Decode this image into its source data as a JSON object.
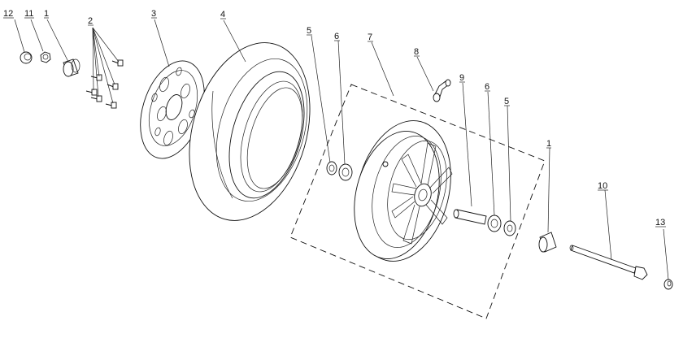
{
  "diagram": {
    "type": "exploded-parts-view",
    "callouts": [
      {
        "id": "c12",
        "label": "12"
      },
      {
        "id": "c11",
        "label": "11"
      },
      {
        "id": "c1a",
        "label": "1"
      },
      {
        "id": "c2",
        "label": "2"
      },
      {
        "id": "c3",
        "label": "3"
      },
      {
        "id": "c4",
        "label": "4"
      },
      {
        "id": "c5a",
        "label": "5"
      },
      {
        "id": "c6a",
        "label": "6"
      },
      {
        "id": "c7",
        "label": "7"
      },
      {
        "id": "c8",
        "label": "8"
      },
      {
        "id": "c9",
        "label": "9"
      },
      {
        "id": "c6b",
        "label": "6"
      },
      {
        "id": "c5b",
        "label": "5"
      },
      {
        "id": "c1b",
        "label": "1"
      },
      {
        "id": "c10",
        "label": "10"
      },
      {
        "id": "c13",
        "label": "13"
      }
    ]
  }
}
